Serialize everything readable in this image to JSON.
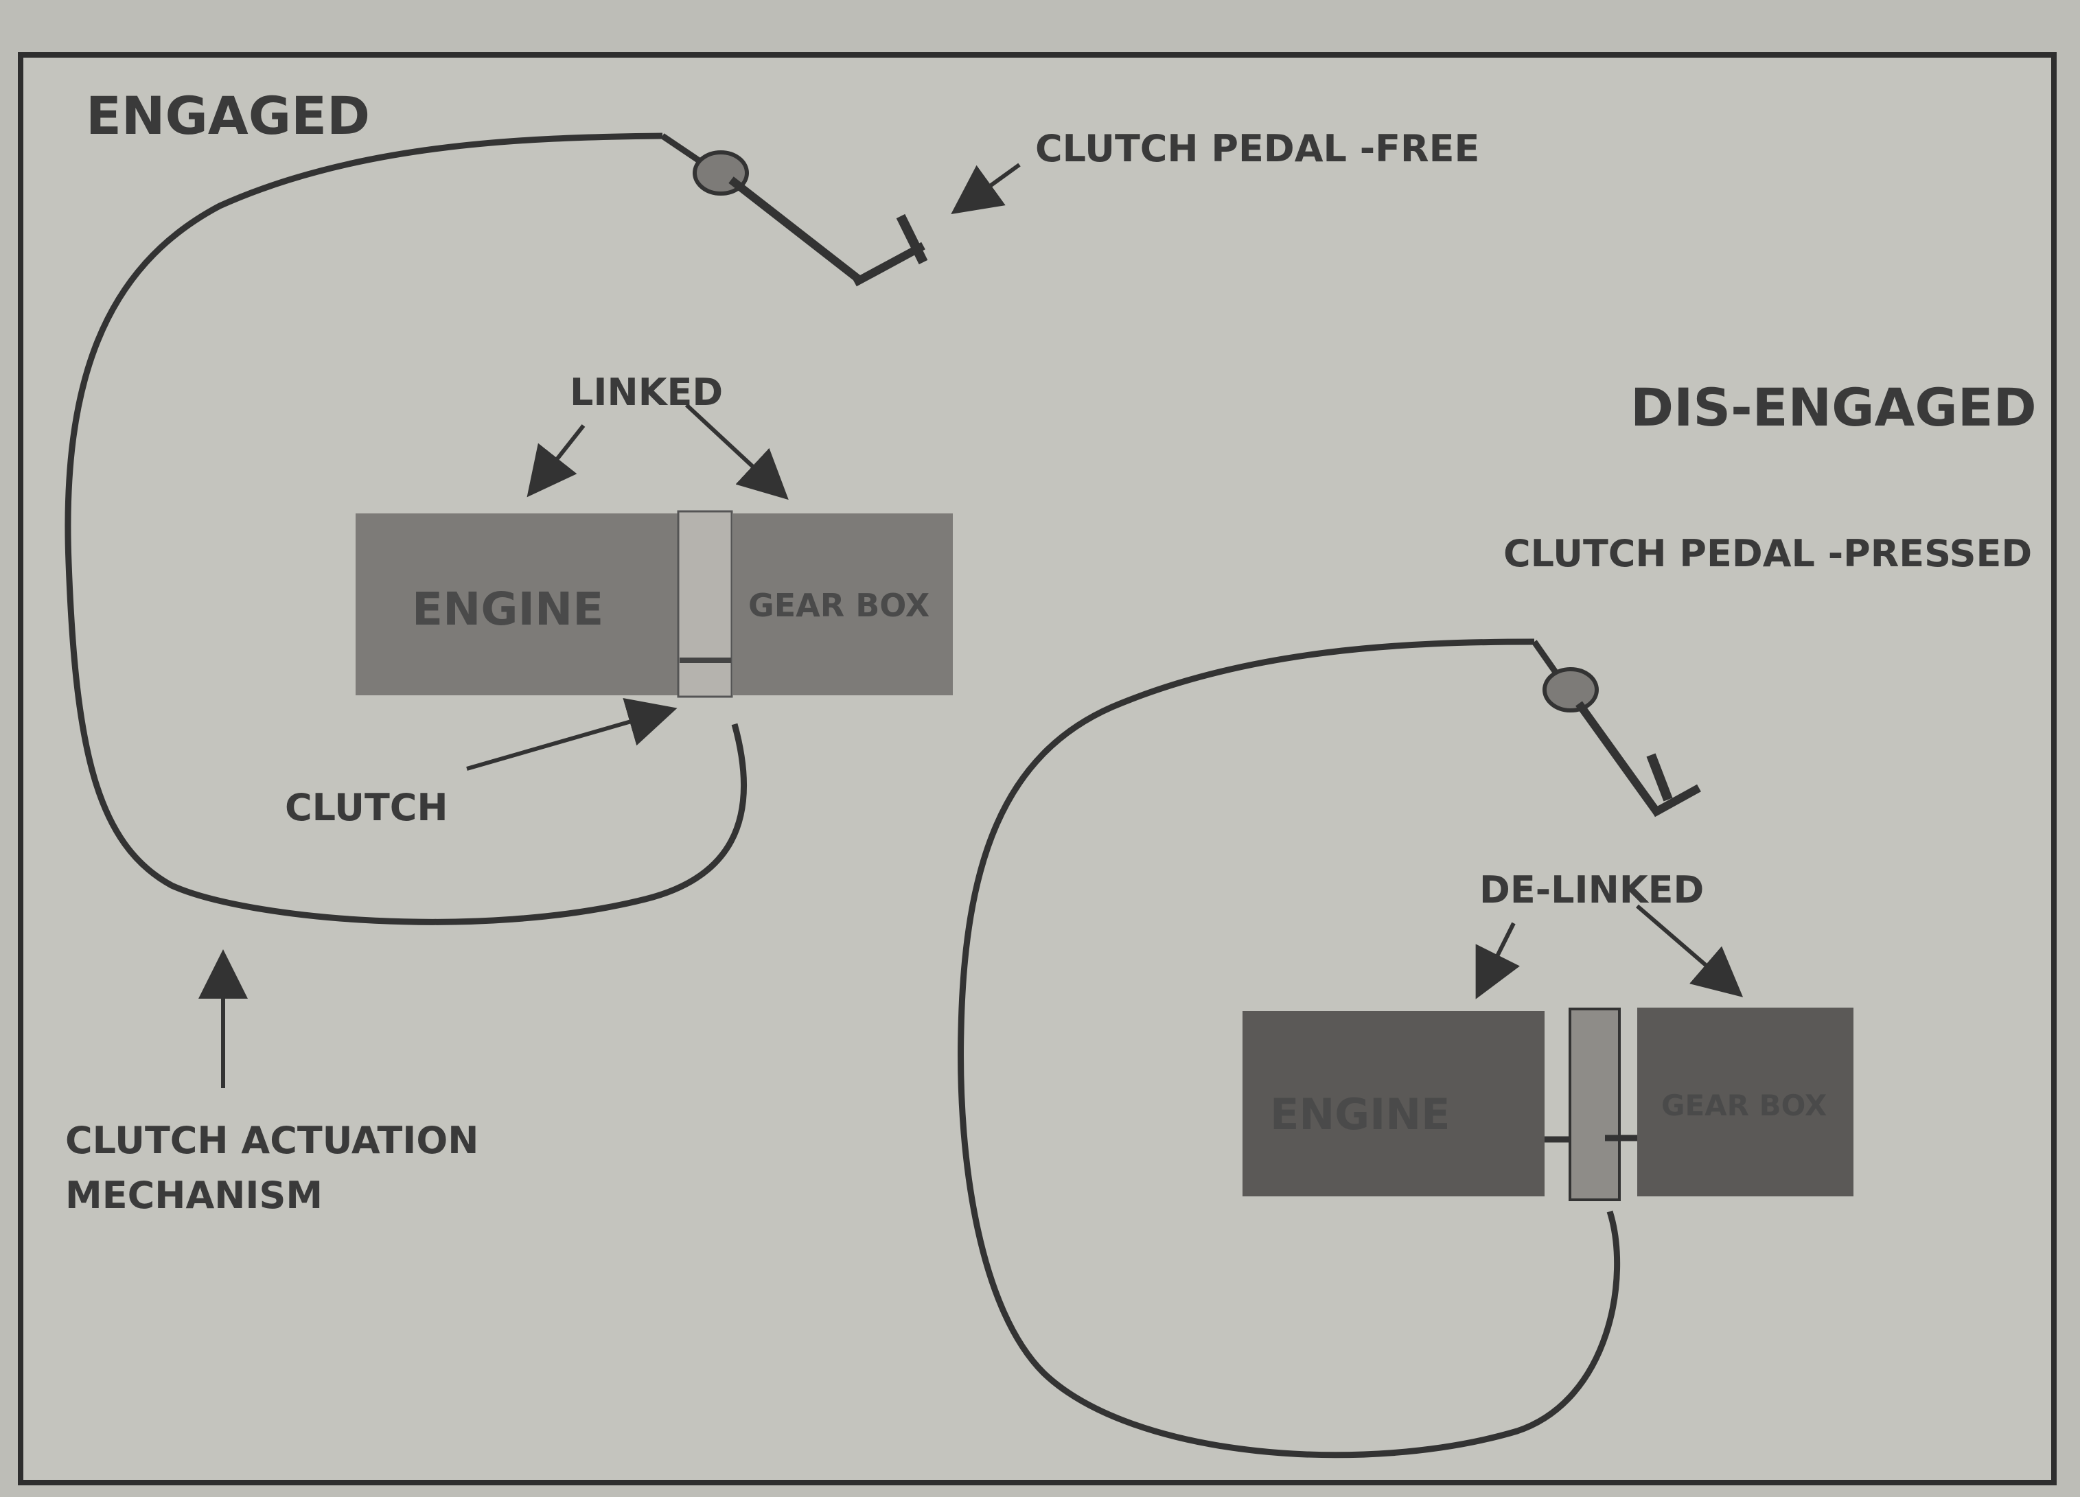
{
  "engaged": {
    "state_label": "ENGAGED",
    "pedal_label": "CLUTCH  PEDAL -FREE",
    "link_label": "LINKED",
    "engine_label": "ENGINE",
    "gearbox_label": "GEAR BOX",
    "clutch_label": "CLUTCH",
    "mechanism_label_line1": "CLUTCH ACTUATION",
    "mechanism_label_line2": "MECHANISM"
  },
  "disengaged": {
    "state_label": "DIS-ENGAGED",
    "pedal_label": "CLUTCH  PEDAL -PRESSED",
    "link_label": "DE-LINKED",
    "engine_label": "ENGINE",
    "gearbox_label": "GEAR BOX"
  },
  "colors": {
    "paper": "#bdbdb7",
    "frame": "#2e2e2e",
    "engaged_box": "#7d7b78",
    "engaged_clutch": "#b5b3ae",
    "disengaged_box": "#5b5957",
    "disengaged_clutch": "#8e8c88",
    "ink": "#333333"
  }
}
